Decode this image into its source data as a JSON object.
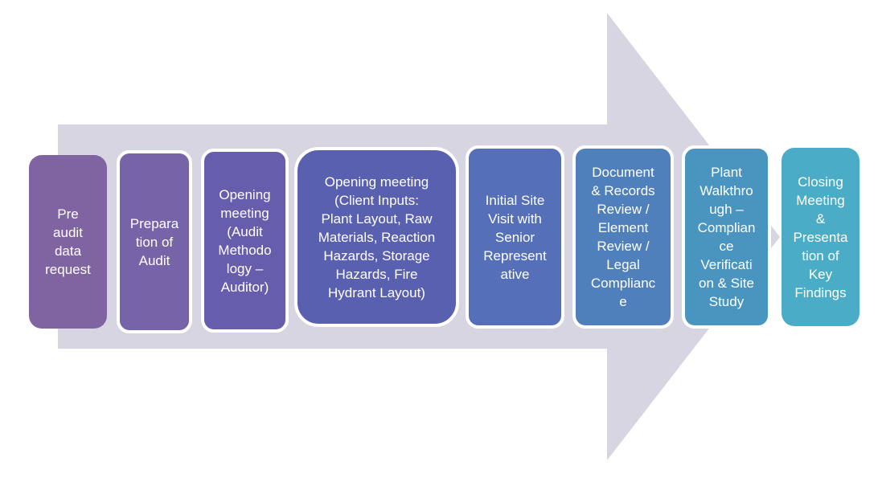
{
  "diagram": {
    "type": "process-arrow",
    "arrow_color": "#d8d5e3",
    "steps": [
      {
        "label": "Pre\naudit\ndata\nrequest",
        "color": "#8064a2"
      },
      {
        "label": "Prepara\ntion of\nAudit",
        "color": "#7763a8"
      },
      {
        "label": "Opening\nmeeting\n(Audit\nMethodo\nlogy –\nAuditor)",
        "color": "#665dac"
      },
      {
        "label": "Opening meeting\n(Client Inputs:\nPlant Layout, Raw\nMaterials, Reaction\nHazards, Storage\nHazards, Fire\nHydrant Layout)",
        "color": "#5a60b0"
      },
      {
        "label": "Initial Site\nVisit with\nSenior\nRepresent\native",
        "color": "#5570b8"
      },
      {
        "label": "Document\n& Records\nReview /\nElement\nReview /\nLegal\nComplianc\ne",
        "color": "#4f80bb"
      },
      {
        "label": "Plant\nWalkthro\nugh –\nComplian\nce\nVerificati\non & Site\nStudy",
        "color": "#4a95c0"
      },
      {
        "label": "Closing\nMeeting\n&\nPresenta\ntion of\nKey\nFindings",
        "color": "#4aacc6"
      }
    ]
  }
}
